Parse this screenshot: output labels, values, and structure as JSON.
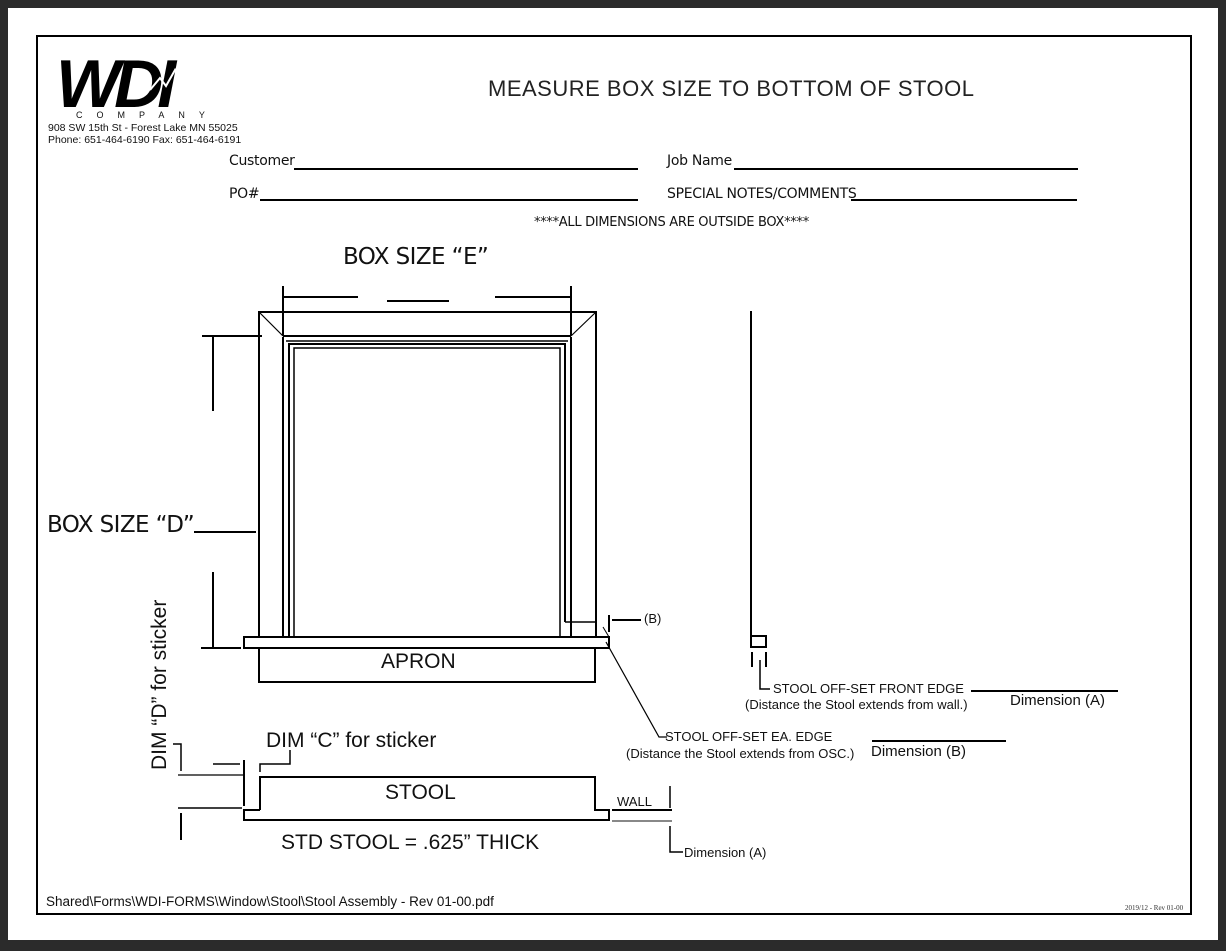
{
  "header": {
    "logo_text": "WDI",
    "company": "COMPANY",
    "address": "908 SW 15th St - Forest Lake MN 55025",
    "phone": "Phone: 651-464-6190 Fax: 651-464-6191",
    "title": "MEASURE BOX SIZE TO BOTTOM OF STOOL"
  },
  "fields": {
    "customer_label": "Customer",
    "customer_value": "",
    "job_name_label": "Job Name",
    "job_name_value": "",
    "po_label": "PO#",
    "po_value": "",
    "notes_label": "SPECIAL NOTES/COMMENTS",
    "notes_value": ""
  },
  "notice": "****ALL DIMENSIONS ARE OUTSIDE BOX****",
  "diagram": {
    "box_size_e": "BOX SIZE “E”",
    "box_size_d": "BOX SIZE “D”",
    "dim_d_sticker": "DIM “D” for sticker",
    "dim_c_sticker": "DIM “C” for sticker",
    "apron": "APRON",
    "stool": "STOOL",
    "std_stool": "STD STOOL = .625” THICK",
    "wall": "WALL",
    "b_marker": "(B)",
    "front_edge_label": "STOOL OFF-SET FRONT EDGE",
    "front_edge_desc": "(Distance the Stool extends from wall.)",
    "front_edge_dim": "Dimension (A)",
    "ea_edge_label": "STOOL OFF-SET EA. EDGE",
    "ea_edge_desc": "(Distance the Stool extends from OSC.)",
    "ea_edge_dim": "Dimension (B)",
    "wall_dim": "Dimension (A)"
  },
  "footer": {
    "path": "Shared\\Forms\\WDI-FORMS\\Window\\Stool\\Stool Assembly - Rev 01-00.pdf",
    "revision": "2019/12 - Rev 01-00"
  }
}
